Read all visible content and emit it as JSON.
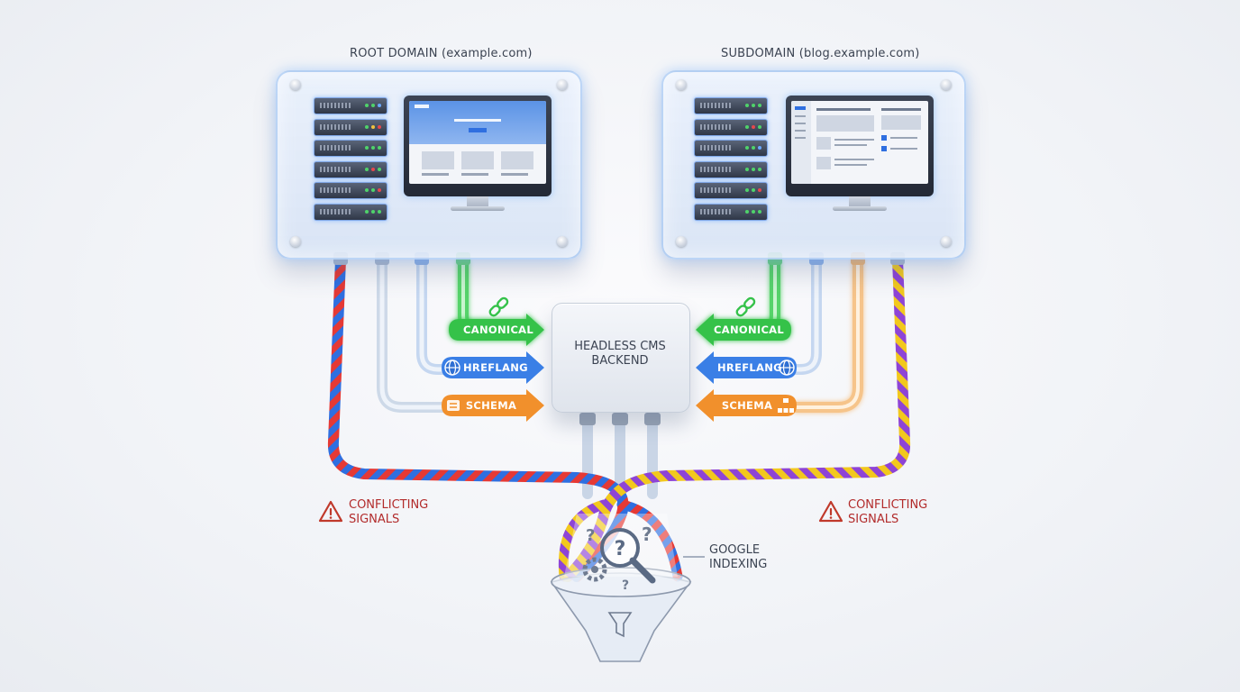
{
  "root": {
    "title": "ROOT DOMAIN",
    "domain": "(example.com)"
  },
  "sub": {
    "title": "SUBDOMAIN",
    "domain": "(blog.example.com)"
  },
  "cms": {
    "line1": "HEADLESS CMS",
    "line2": "BACKEND"
  },
  "signals": {
    "canonical": "CANONICAL",
    "hreflang": "HREFLANG",
    "schema": "SCHEMA"
  },
  "warnings": {
    "line1": "CONFLICTING",
    "line2": "SIGNALS"
  },
  "google": {
    "line1": "GOOGLE",
    "line2": "INDEXING"
  },
  "colors": {
    "canonical": "#35c24a",
    "hreflang": "#3a7fe6",
    "schema": "#f1902c",
    "warning": "#c0392b",
    "cable_red": "#e53935",
    "cable_blue": "#2f6fe0",
    "cable_yellow": "#f2c81d",
    "cable_purple": "#8e44d6"
  },
  "icons": [
    "link-icon",
    "globe-icon",
    "schema-icon",
    "warning-icon",
    "magnifier-icon",
    "gear-icon",
    "funnel-icon",
    "sitemap-icon"
  ]
}
